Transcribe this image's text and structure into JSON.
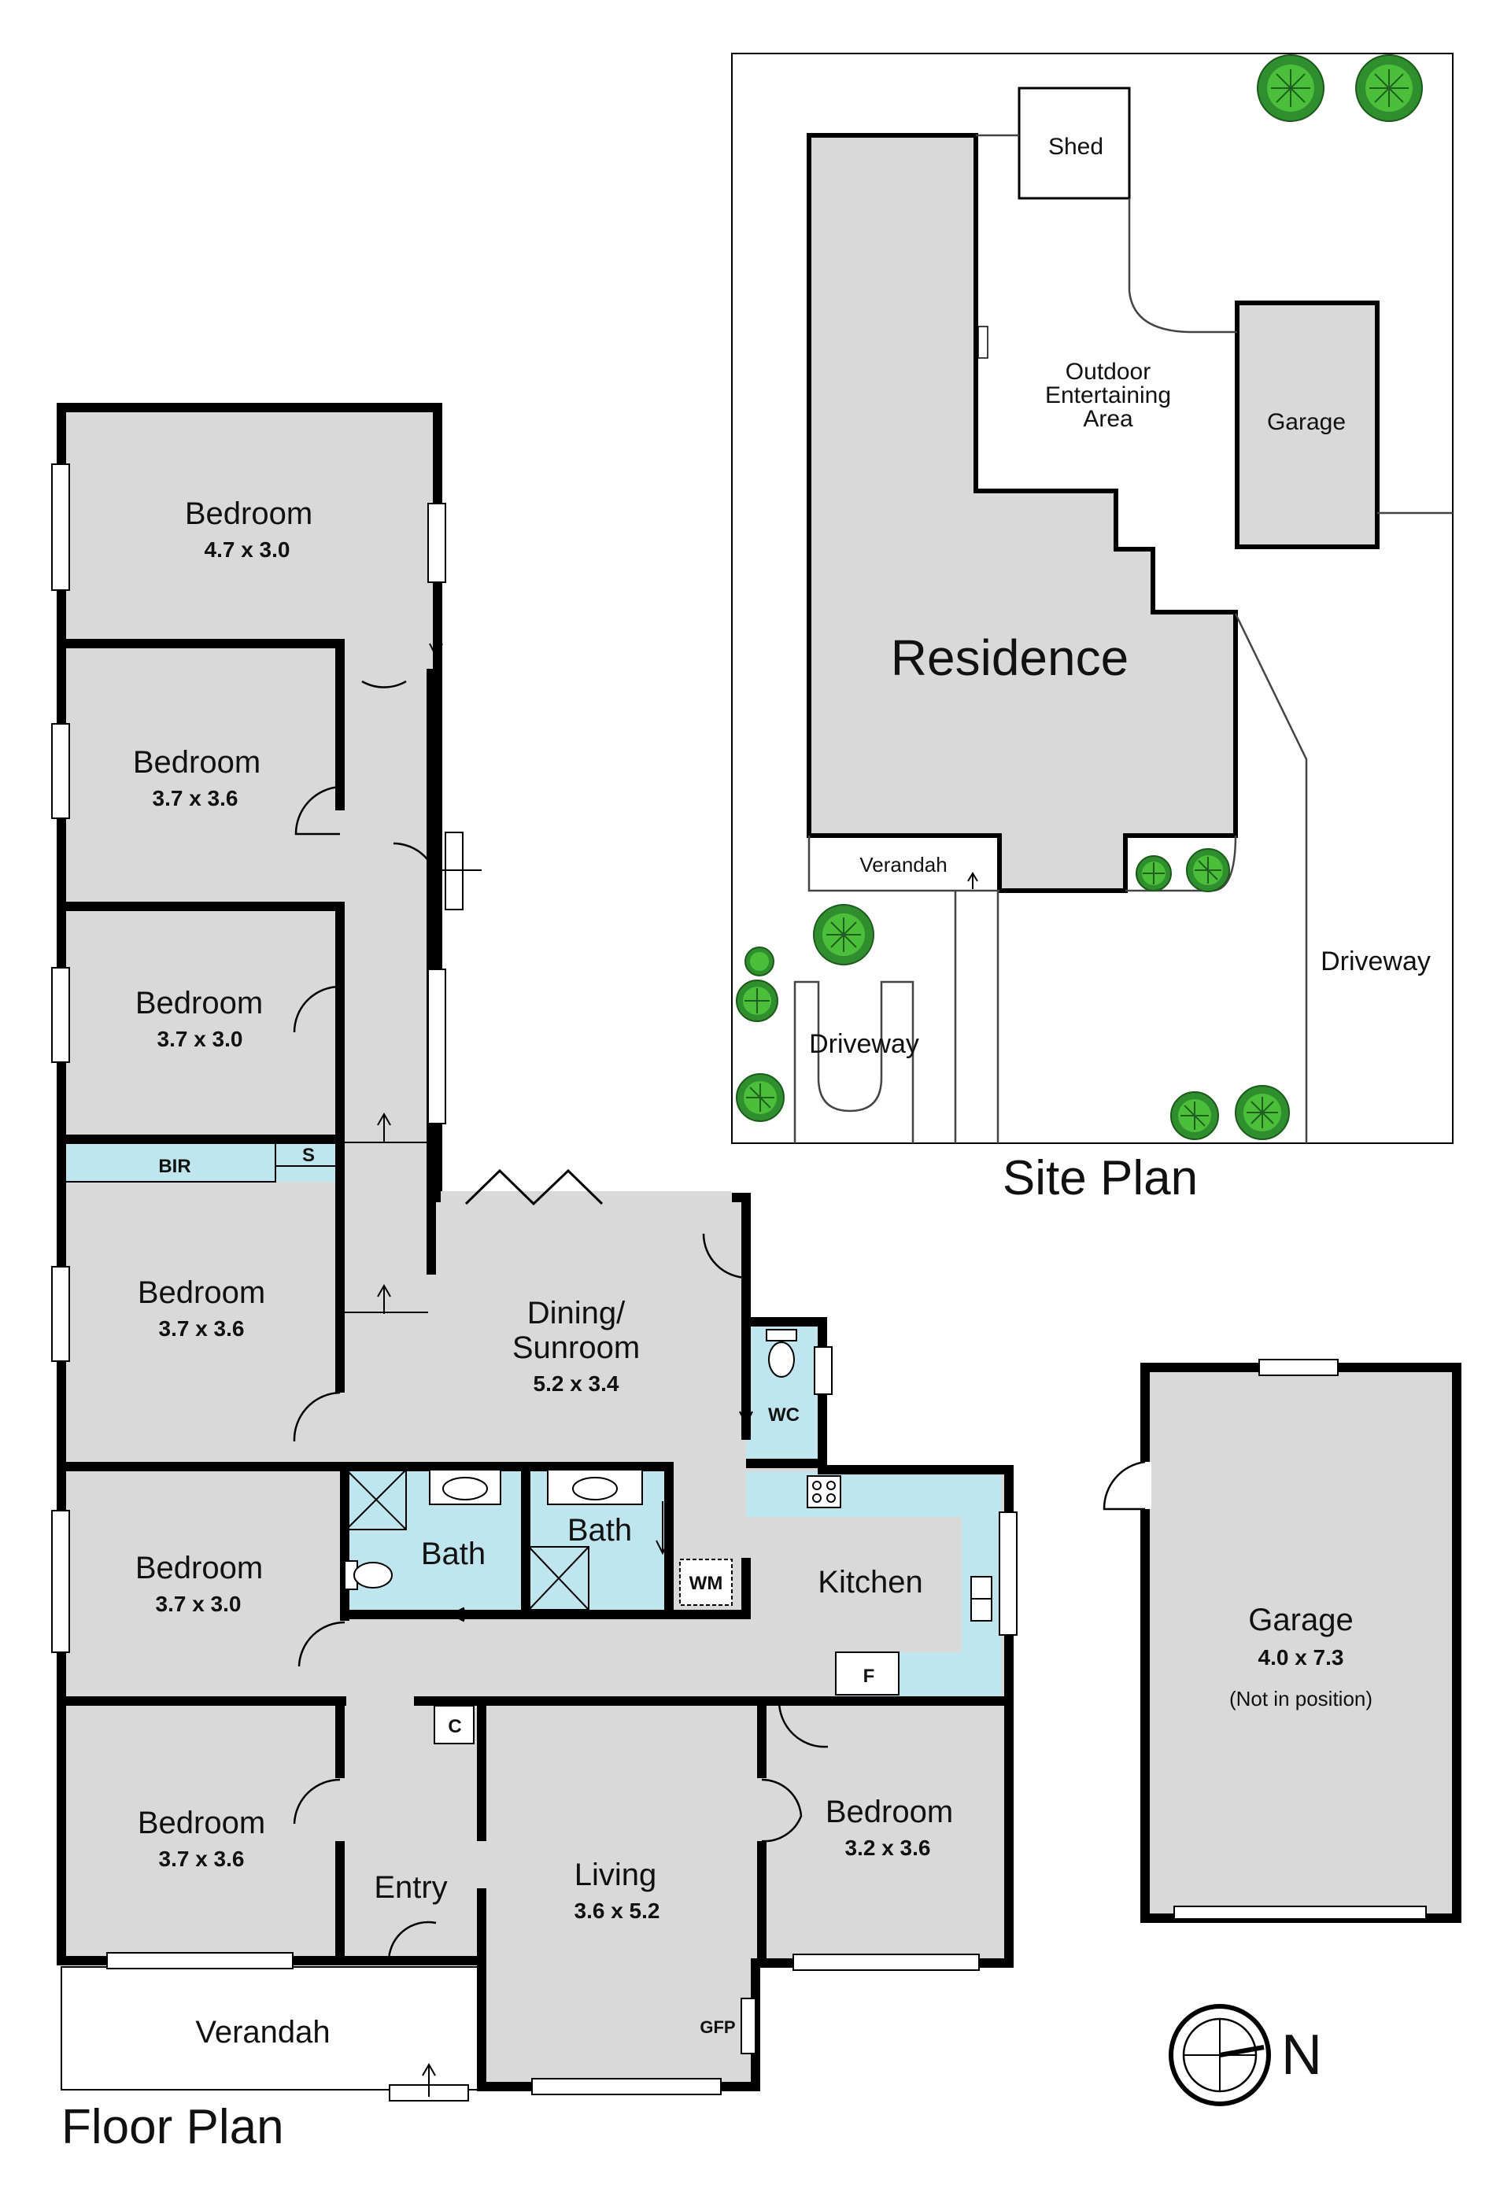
{
  "floor_plan": {
    "title": "Floor Plan",
    "rooms": {
      "bedroom1": {
        "name": "Bedroom",
        "dims": "4.7 x 3.0"
      },
      "bedroom2": {
        "name": "Bedroom",
        "dims": "3.7 x 3.6"
      },
      "bedroom3": {
        "name": "Bedroom",
        "dims": "3.7 x 3.0"
      },
      "bedroom4": {
        "name": "Bedroom",
        "dims": "3.7 x 3.6"
      },
      "bedroom5": {
        "name": "Bedroom",
        "dims": "3.7 x 3.0"
      },
      "bedroom6": {
        "name": "Bedroom",
        "dims": "3.7 x 3.6"
      },
      "bedroom7": {
        "name": "Bedroom",
        "dims": "3.2 x 3.6"
      },
      "dining": {
        "name_line1": "Dining/",
        "name_line2": "Sunroom",
        "dims": "5.2 x 3.4"
      },
      "living": {
        "name": "Living",
        "dims": "3.6 x 5.2"
      },
      "kitchen": {
        "name": "Kitchen"
      },
      "bath1": {
        "name": "Bath"
      },
      "bath2": {
        "name": "Bath"
      },
      "entry": {
        "name": "Entry"
      },
      "verandah": {
        "name": "Verandah"
      },
      "wc": {
        "name": "WC"
      },
      "bir": {
        "name": "BIR"
      },
      "s": {
        "name": "S"
      },
      "wm": {
        "name": "WM"
      },
      "c": {
        "name": "C"
      },
      "f": {
        "name": "F"
      },
      "gfp": {
        "name": "GFP"
      }
    }
  },
  "garage": {
    "name": "Garage",
    "dims": "4.0 x 7.3",
    "note": "(Not in position)"
  },
  "site_plan": {
    "title": "Site Plan",
    "labels": {
      "shed": "Shed",
      "outdoor_line1": "Outdoor",
      "outdoor_line2": "Entertaining",
      "outdoor_line3": "Area",
      "garage": "Garage",
      "residence": "Residence",
      "verandah": "Verandah",
      "driveway_left": "Driveway",
      "driveway_right": "Driveway"
    }
  },
  "compass": {
    "label": "N"
  },
  "colors": {
    "floor": "#d9d9d9",
    "wet_area": "#bfe6ee",
    "wall": "#000000",
    "tree": "#3aa635"
  }
}
